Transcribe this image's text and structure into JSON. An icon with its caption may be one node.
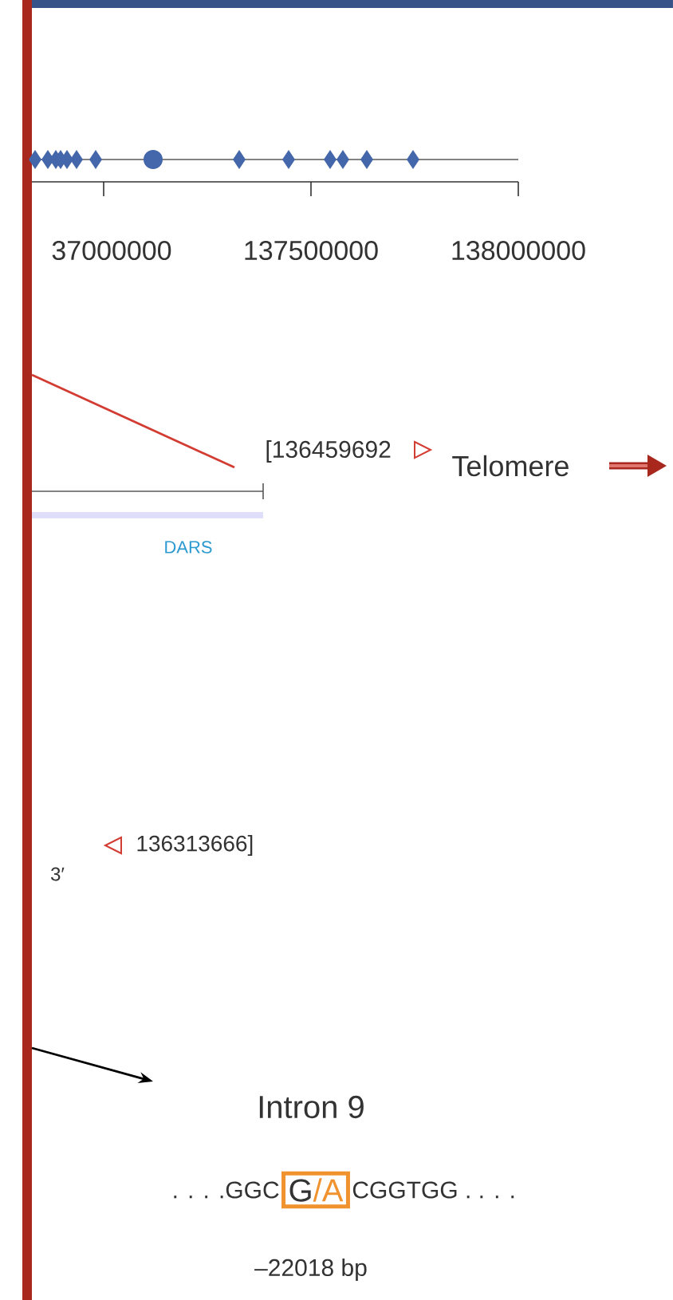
{
  "diagram": {
    "nodes": [
      {
        "text": [
          "Intron 9"
        ]
      },
      {
        "text": [
          "G",
          "/A"
        ],
        "beside": [
          ". . . .GGC",
          "CGGTGG . . . ."
        ]
      }
    ],
    "labels": [
      "37000000",
      "137500000",
      "138000000",
      "[136459692",
      "Telomere",
      "DARS",
      "136313666]",
      "3′",
      "–22018 bp"
    ]
  }
}
